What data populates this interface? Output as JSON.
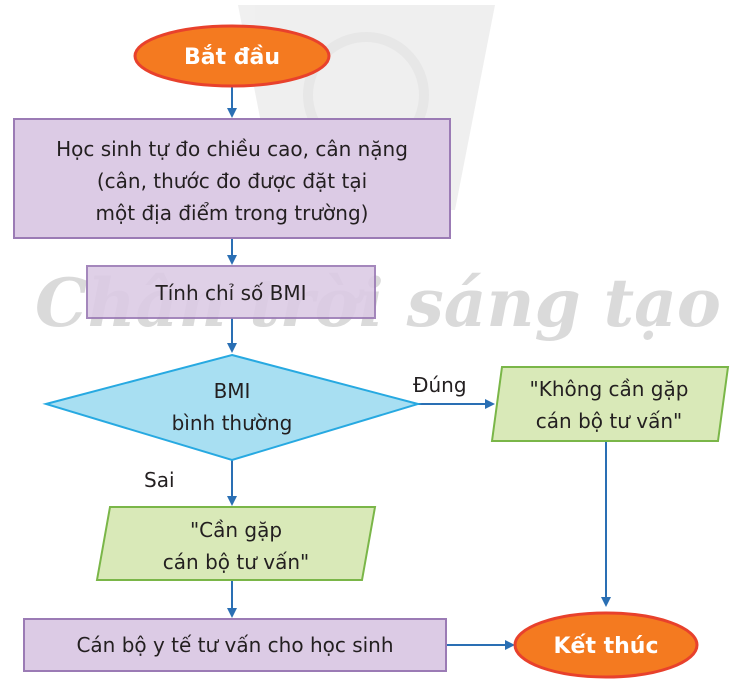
{
  "watermark": {
    "text": "Chân trời sáng tạo"
  },
  "flowchart": {
    "start": "Bắt đầu",
    "measure": [
      "Học sinh tự đo chiều cao, cân nặng",
      "(cân, thước đo được đặt tại",
      "một địa điểm trong trường)"
    ],
    "compute": "Tính chỉ số BMI",
    "decision": [
      "BMI",
      "bình thường"
    ],
    "yes_label": "Đúng",
    "no_label": "Sai",
    "output_yes": [
      "\"Không cần gặp",
      "cán bộ tư vấn\""
    ],
    "output_no": [
      "\"Cần gặp",
      "cán bộ tư vấn\""
    ],
    "advise": "Cán bộ y tế tư vấn cho học sinh",
    "end": "Kết thúc"
  },
  "colors": {
    "terminal_fill": "#f47a20",
    "terminal_stroke": "#e8412c",
    "process_fill": "#dccbe5",
    "process_stroke": "#9b7bb5",
    "decision_fill": "#a8dff2",
    "decision_stroke": "#27a9e1",
    "io_fill": "#d9e9b8",
    "io_stroke": "#7ab648",
    "arrow": "#2a6fb4"
  }
}
